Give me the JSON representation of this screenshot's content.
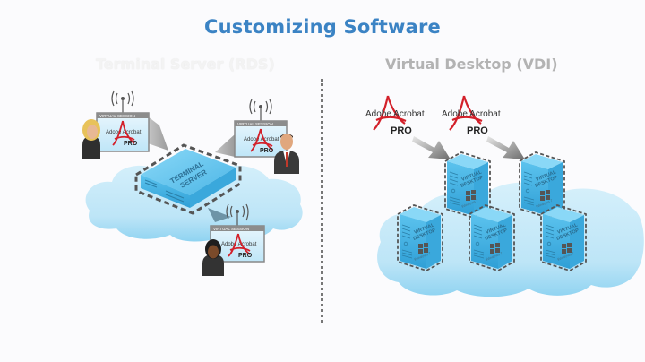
{
  "title": "Customizing Software",
  "left_panel": {
    "heading": "Terminal Server (RDS)",
    "server_label_line1": "TERMINAL",
    "server_label_line2": "SERVER",
    "sessions": [
      {
        "window_title": "VIRTUAL SESSION",
        "app_name": "Adobe Acrobat",
        "app_edition": "PRO",
        "user": "blonde-woman"
      },
      {
        "window_title": "VIRTUAL SESSION",
        "app_name": "Adobe Acrobat",
        "app_edition": "PRO",
        "user": "businessman"
      },
      {
        "window_title": "VIRTUAL SESSION",
        "app_name": "Adobe Acrobat",
        "app_edition": "PRO",
        "user": "dark-haired-woman"
      }
    ]
  },
  "right_panel": {
    "heading": "Virtual Desktop (VDI)",
    "apps": [
      {
        "app_name": "Adobe Acrobat",
        "app_edition": "PRO"
      },
      {
        "app_name": "Adobe Acrobat",
        "app_edition": "PRO"
      }
    ],
    "desktops": [
      {
        "label_line1": "VIRTUAL",
        "label_line2": "DESKTOP",
        "os": "Windows 7"
      },
      {
        "label_line1": "VIRTUAL",
        "label_line2": "DESKTOP",
        "os": "Windows 7"
      },
      {
        "label_line1": "VIRTUAL",
        "label_line2": "DESKTOP",
        "os": "Windows 7"
      },
      {
        "label_line1": "VIRTUAL",
        "label_line2": "DESKTOP",
        "os": "Windows 7"
      },
      {
        "label_line1": "VIRTUAL",
        "label_line2": "DESKTOP",
        "os": "Windows 7"
      }
    ]
  },
  "colors": {
    "title": "#3b83c4",
    "cloud": "#bfe6f7",
    "server_blue": "#4fb9e8",
    "acrobat_red": "#d3202a"
  }
}
